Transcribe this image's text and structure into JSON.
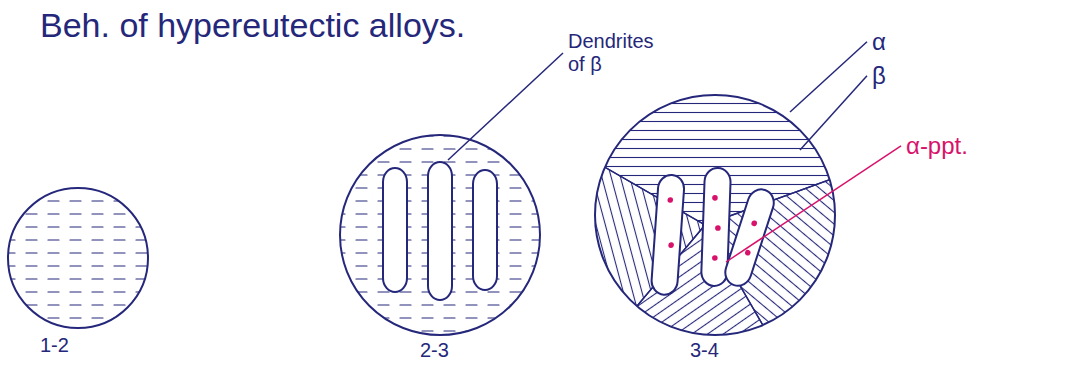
{
  "diagram": {
    "title": "Beh. of hypereutectic alloys.",
    "labels": [
      "Dendrites of β",
      "α",
      "β",
      "α-ppt.",
      "1-2",
      "2-3",
      "3-4"
    ]
  }
}
